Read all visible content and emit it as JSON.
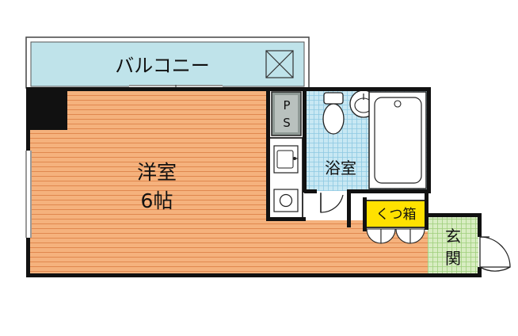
{
  "rooms": {
    "balcony": "バルコニー",
    "western_room": "洋室",
    "western_room_size": "6帖",
    "bathroom": "浴室",
    "shoe_box": "くつ箱",
    "entrance_line1": "玄",
    "entrance_line2": "関",
    "pipe_space_line1": "P",
    "pipe_space_line2": "S"
  },
  "colors": {
    "floor": "#f5b27d",
    "floor_line": "#e0884f",
    "balcony": "#bfe3ea",
    "bath": "#c8e8f3",
    "bath_grid": "#8ec9e2",
    "entrance": "#d8edc2",
    "entrance_grid": "#9fcf7c",
    "shoe_box": "#ffe100",
    "pipe_space": "#8f9a96",
    "wall": "#111111"
  }
}
